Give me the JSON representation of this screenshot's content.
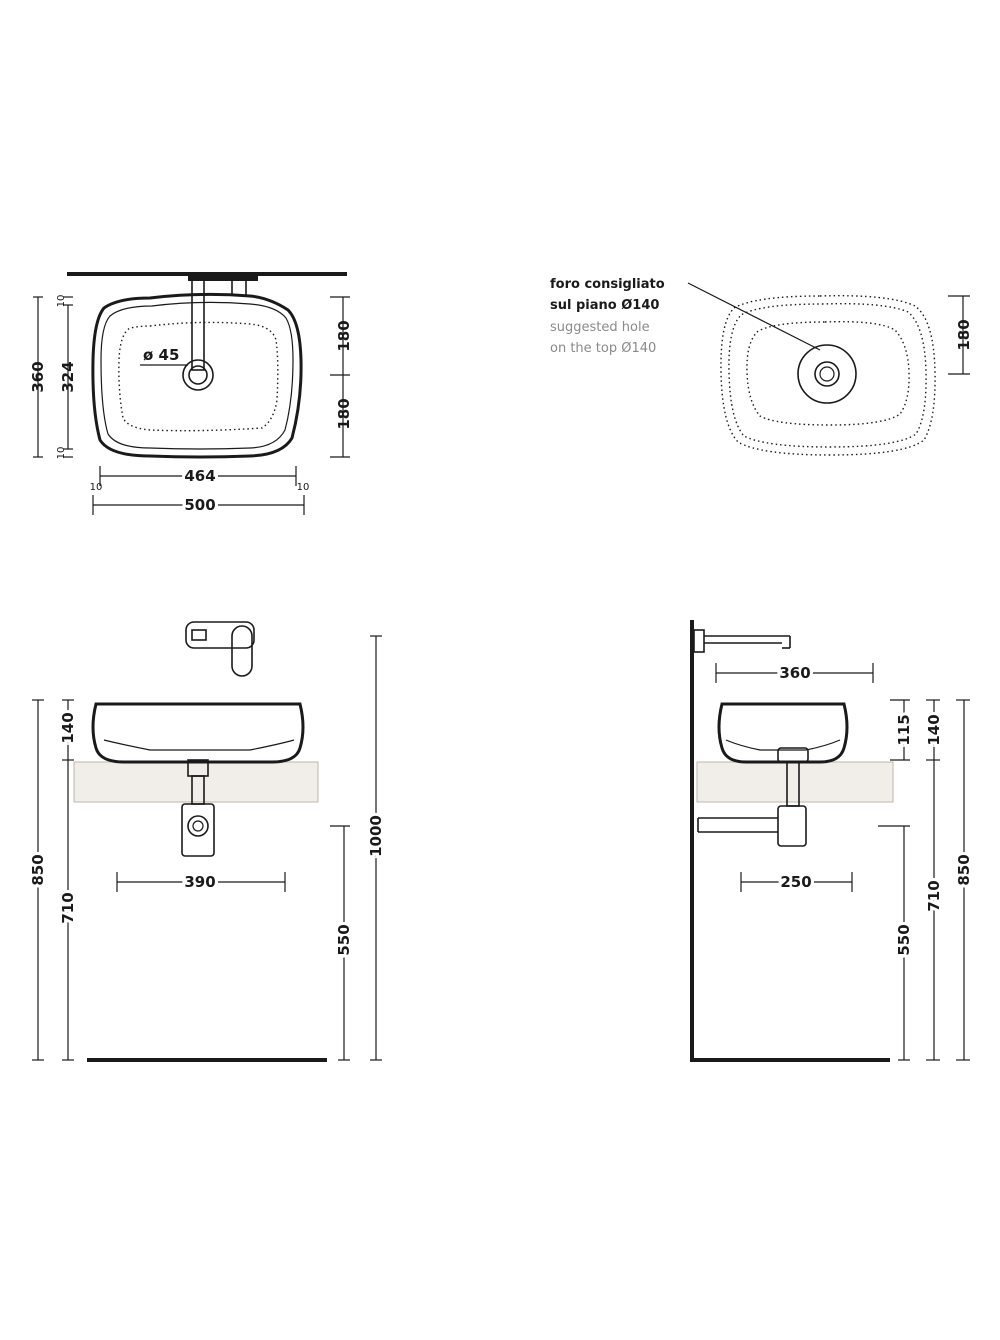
{
  "top_view": {
    "overall_depth": "360",
    "inner_depth": "324",
    "rim_top": "10",
    "rim_bottom": "10",
    "half_depth_upper": "180",
    "half_depth_lower": "180",
    "inner_width": "464",
    "rim_left": "10",
    "rim_right": "10",
    "overall_width": "500",
    "drain_diameter": "ø 45"
  },
  "hole_view": {
    "note_it_line1": "foro consigliato",
    "note_it_line2": "sul piano Ø140",
    "note_en_line1": "suggested hole",
    "note_en_line2": "on the top Ø140",
    "hole_offset": "180"
  },
  "front_view": {
    "basin_height": "140",
    "floor_to_rim": "850",
    "floor_to_counter": "710",
    "floor_to_mixer": "1000",
    "floor_to_trap": "550",
    "trap_spacing": "390"
  },
  "side_view": {
    "spout_projection": "360",
    "spout_above_rim": "115",
    "basin_height": "140",
    "floor_to_counter": "710",
    "floor_to_rim": "850",
    "floor_to_trap": "550",
    "trap_projection": "250"
  }
}
